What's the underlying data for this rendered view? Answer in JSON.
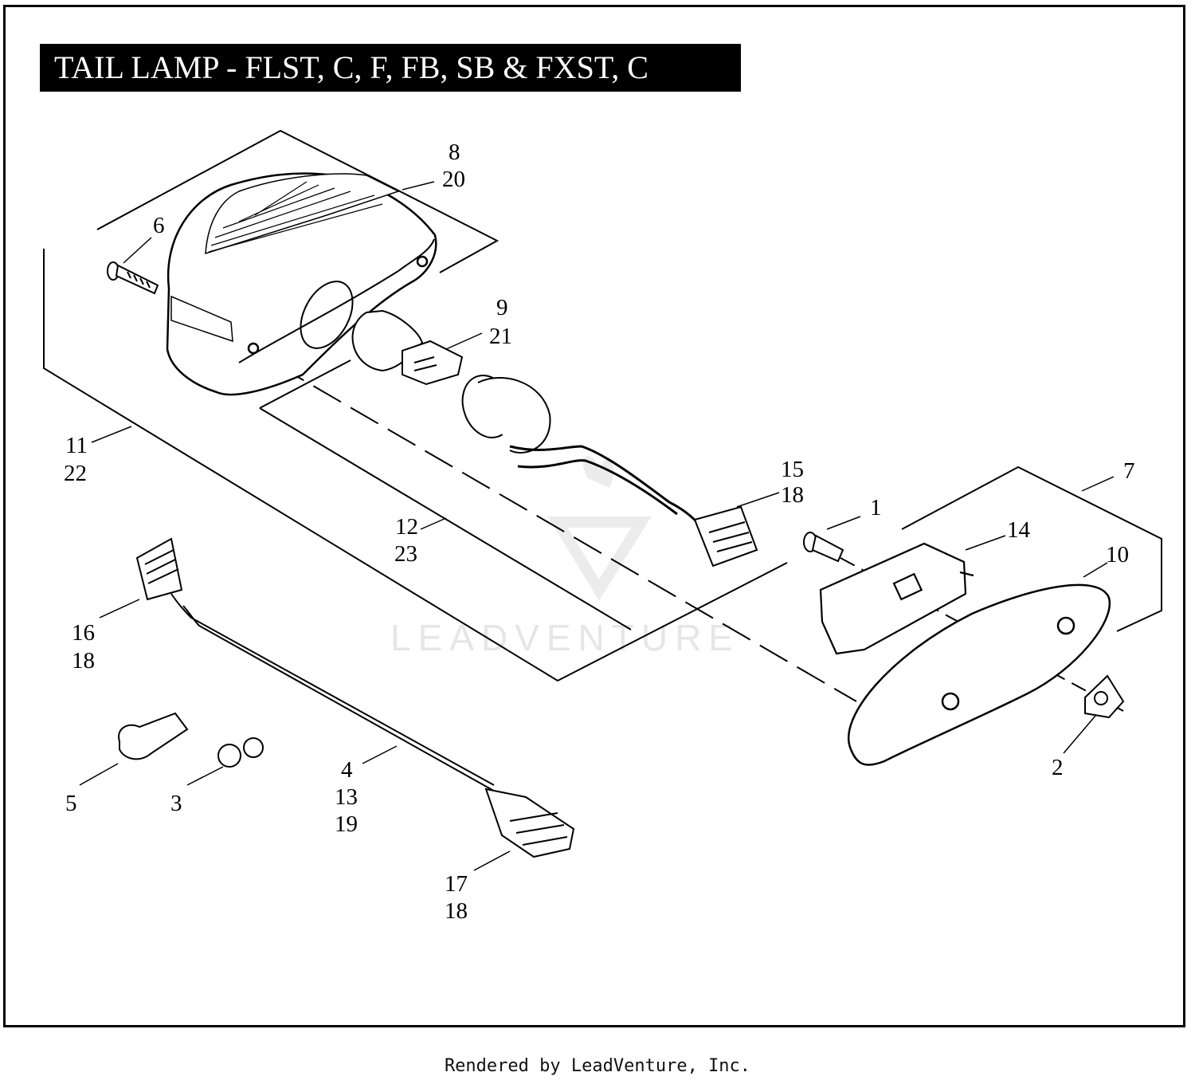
{
  "title": "TAIL LAMP - FLST, C, F, FB, SB & FXST, C",
  "footer": "Rendered by LeadVenture, Inc.",
  "watermark": "LEADVENTURE",
  "callouts": {
    "c1": "1",
    "c2": "2",
    "c3": "3",
    "c4": "4",
    "c13": "13",
    "c19": "19",
    "c5": "5",
    "c6": "6",
    "c7": "7",
    "c8": "8",
    "c20": "20",
    "c9": "9",
    "c21": "21",
    "c10": "10",
    "c11": "11",
    "c22": "22",
    "c12": "12",
    "c23": "23",
    "c14": "14",
    "c15": "15",
    "c18a": "18",
    "c16": "16",
    "c18b": "18",
    "c17": "17",
    "c18c": "18"
  }
}
